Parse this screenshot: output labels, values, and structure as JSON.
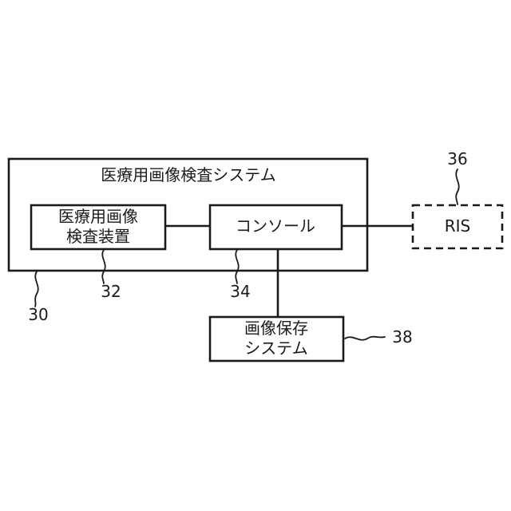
{
  "outer_system": {
    "label": "医療用画像検査システム",
    "ref": "30"
  },
  "device": {
    "line1": "医療用画像",
    "line2": "検査装置",
    "ref": "32"
  },
  "console": {
    "label": "コンソール",
    "ref": "34"
  },
  "ris": {
    "label": "RIS",
    "ref": "36"
  },
  "storage": {
    "line1": "画像保存",
    "line2": "システム",
    "ref": "38"
  }
}
